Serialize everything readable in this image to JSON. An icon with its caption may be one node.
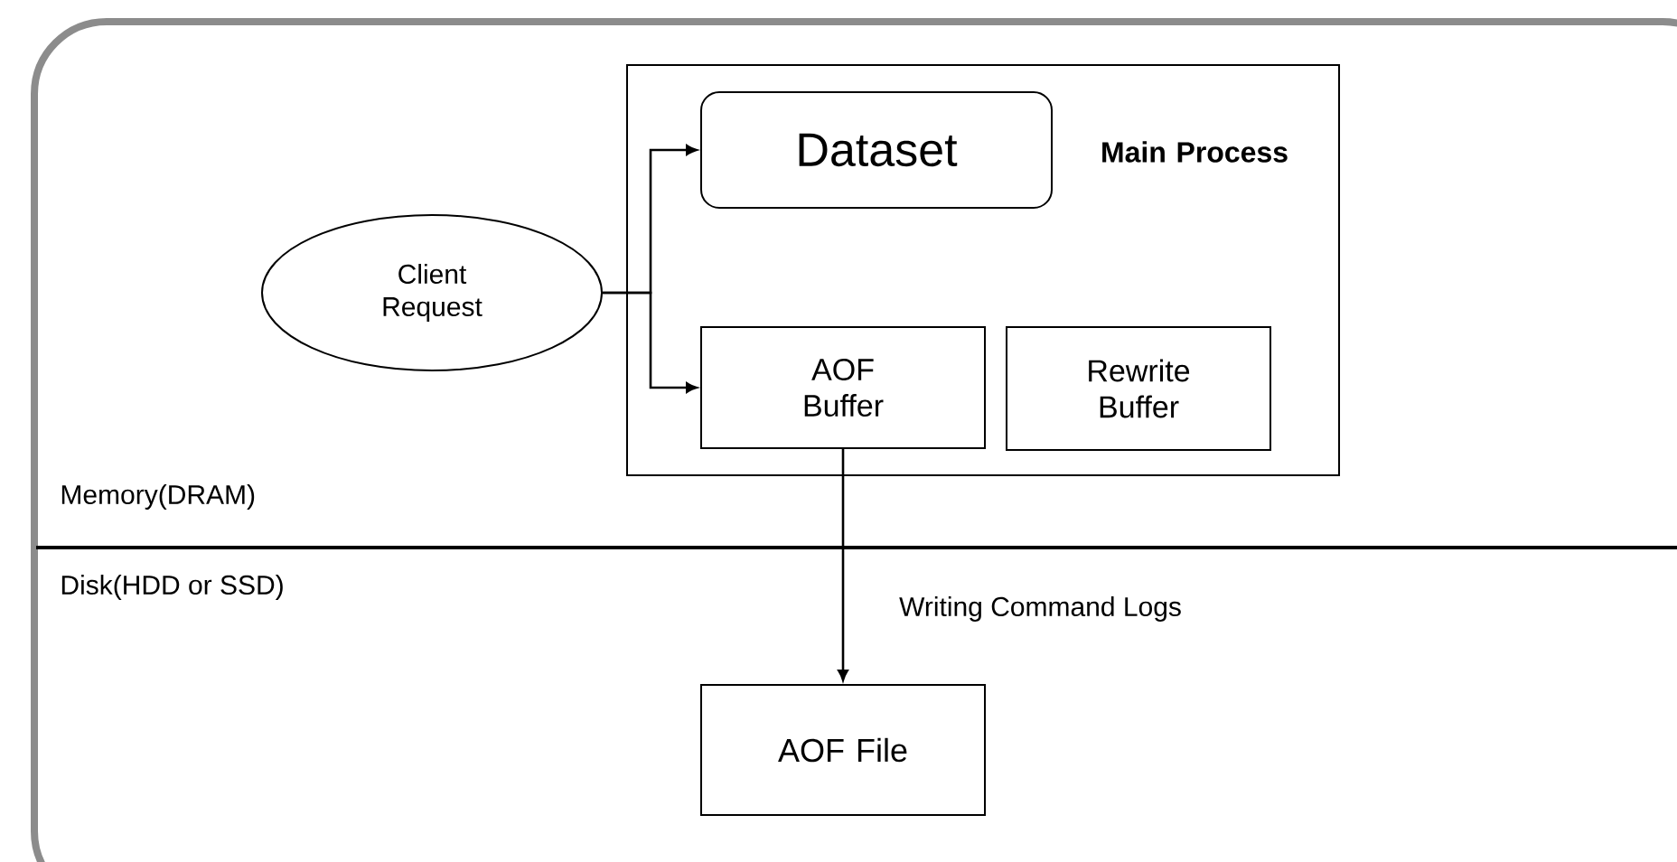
{
  "diagram": {
    "nodes": [
      {
        "text": [
          "Main Process"
        ]
      },
      {
        "text": [
          "Dataset"
        ],
        "in": 0
      },
      {
        "text": [
          "AOF Buffer"
        ],
        "in": 0
      },
      {
        "text": [
          "Rewrite Buffer"
        ],
        "in": 0
      },
      {
        "text": [
          "Client Request"
        ]
      },
      {
        "text": [
          "AOF File"
        ]
      }
    ],
    "edges": [
      {
        "from": 4,
        "to": 1,
        "arrow": "to"
      },
      {
        "from": 4,
        "to": 2,
        "arrow": "to"
      },
      {
        "from": 2,
        "to": 5,
        "arrow": "to",
        "label": "Writing Command Logs"
      }
    ],
    "labels": [
      "Memory(DRAM)",
      "Disk(HDD or SSD)"
    ]
  }
}
